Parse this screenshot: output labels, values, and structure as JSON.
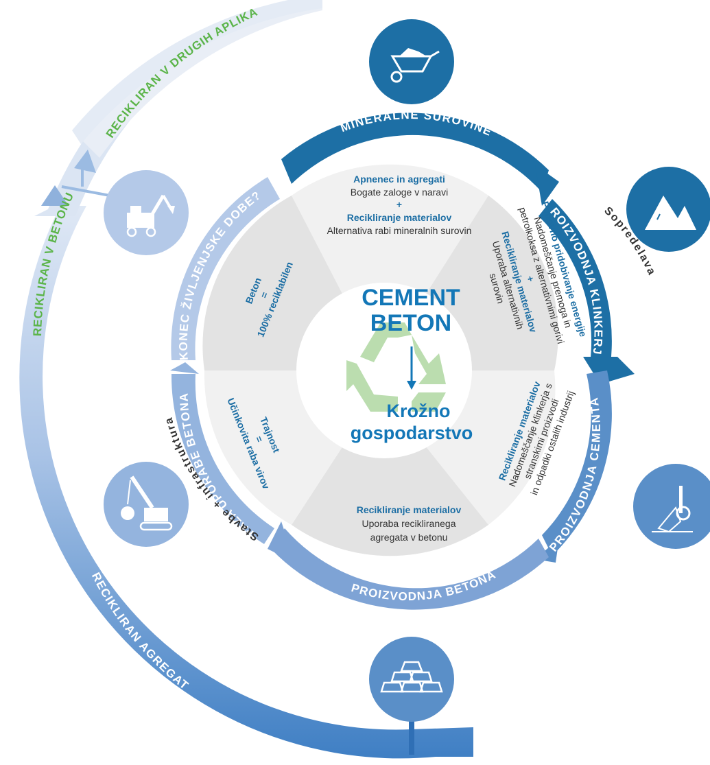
{
  "ring": {
    "mineral": "MINERALNE SUROVINE",
    "clinker": "PROIZVODNJA KLINKERJA",
    "cement": "PROIZVODNJA CEMENTA",
    "concrete": "PROIZVODNJA BETONA",
    "use_phase": "FAZA UPORABE BETONA",
    "end_of_life": "KONEC ŽIVLJENJSKE DOBE?"
  },
  "outer": {
    "recycled_aggregate": "RECIKLIRAN AGREGAT",
    "recycled_in_concrete": "RECIKLIRAN V BETONU",
    "recycled_other": "RECIKLIRAN V DRUGIH APLIKACIJAH"
  },
  "side": {
    "coprocessing": "Sopredelava",
    "buildings": "Stavbe + infrastruktura"
  },
  "center": {
    "line1": "CEMENT",
    "line2": "BETON",
    "line3": "Krožno",
    "line4": "gospodarstvo"
  },
  "segments": {
    "top": {
      "b1": "Apnenec in agregati",
      "t1": "Bogate zaloge v naravi",
      "plus": "+",
      "b2": "Recikliranje materialov",
      "t2": "Alternativa rabi mineralnih surovin"
    },
    "upper_right": {
      "b1": "Ponovno pridobivanje energije",
      "t1": "Nadomeščanje premoga in",
      "t2": "petrolkoksa z alternativnimi gorivi",
      "plus": "+",
      "b2": "Recikliranje materialov",
      "t3": "Uporaba alternativnih",
      "t4": "surovin"
    },
    "lower_right": {
      "b1": "Recikliranje materialov",
      "t1": "Nadomeščanje klinkerja s",
      "t2": "stranskimi proizvodi",
      "t3": "in odpadki ostalih industrij"
    },
    "bottom": {
      "b1": "Recikliranje materialov",
      "t1": "Uporaba recikliranega",
      "t2": "agregata v betonu"
    },
    "lower_left": {
      "b1": "Trajnost",
      "eq": "=",
      "b2": "Učinkovita raba virov"
    },
    "upper_left": {
      "b1": "Beton",
      "eq": "=",
      "b2": "100% reciklabilen"
    }
  },
  "icons": {
    "wheelbarrow": "wheelbarrow-icon",
    "mountains": "mountains-icon",
    "kiln": "cement-kiln-icon",
    "bricks": "stacked-bricks-icon",
    "crane": "demolition-crane-icon",
    "excavator": "excavator-icon"
  },
  "colors": {
    "dark_blue": "#1d6fa5",
    "mid_blue": "#5a8fc8",
    "light_blue": "#8fb1dc",
    "pale_blue": "#b4c9e8",
    "green": "#5bb449",
    "light_gray": "#f1f1f1",
    "dark_gray": "#e3e3e3"
  }
}
